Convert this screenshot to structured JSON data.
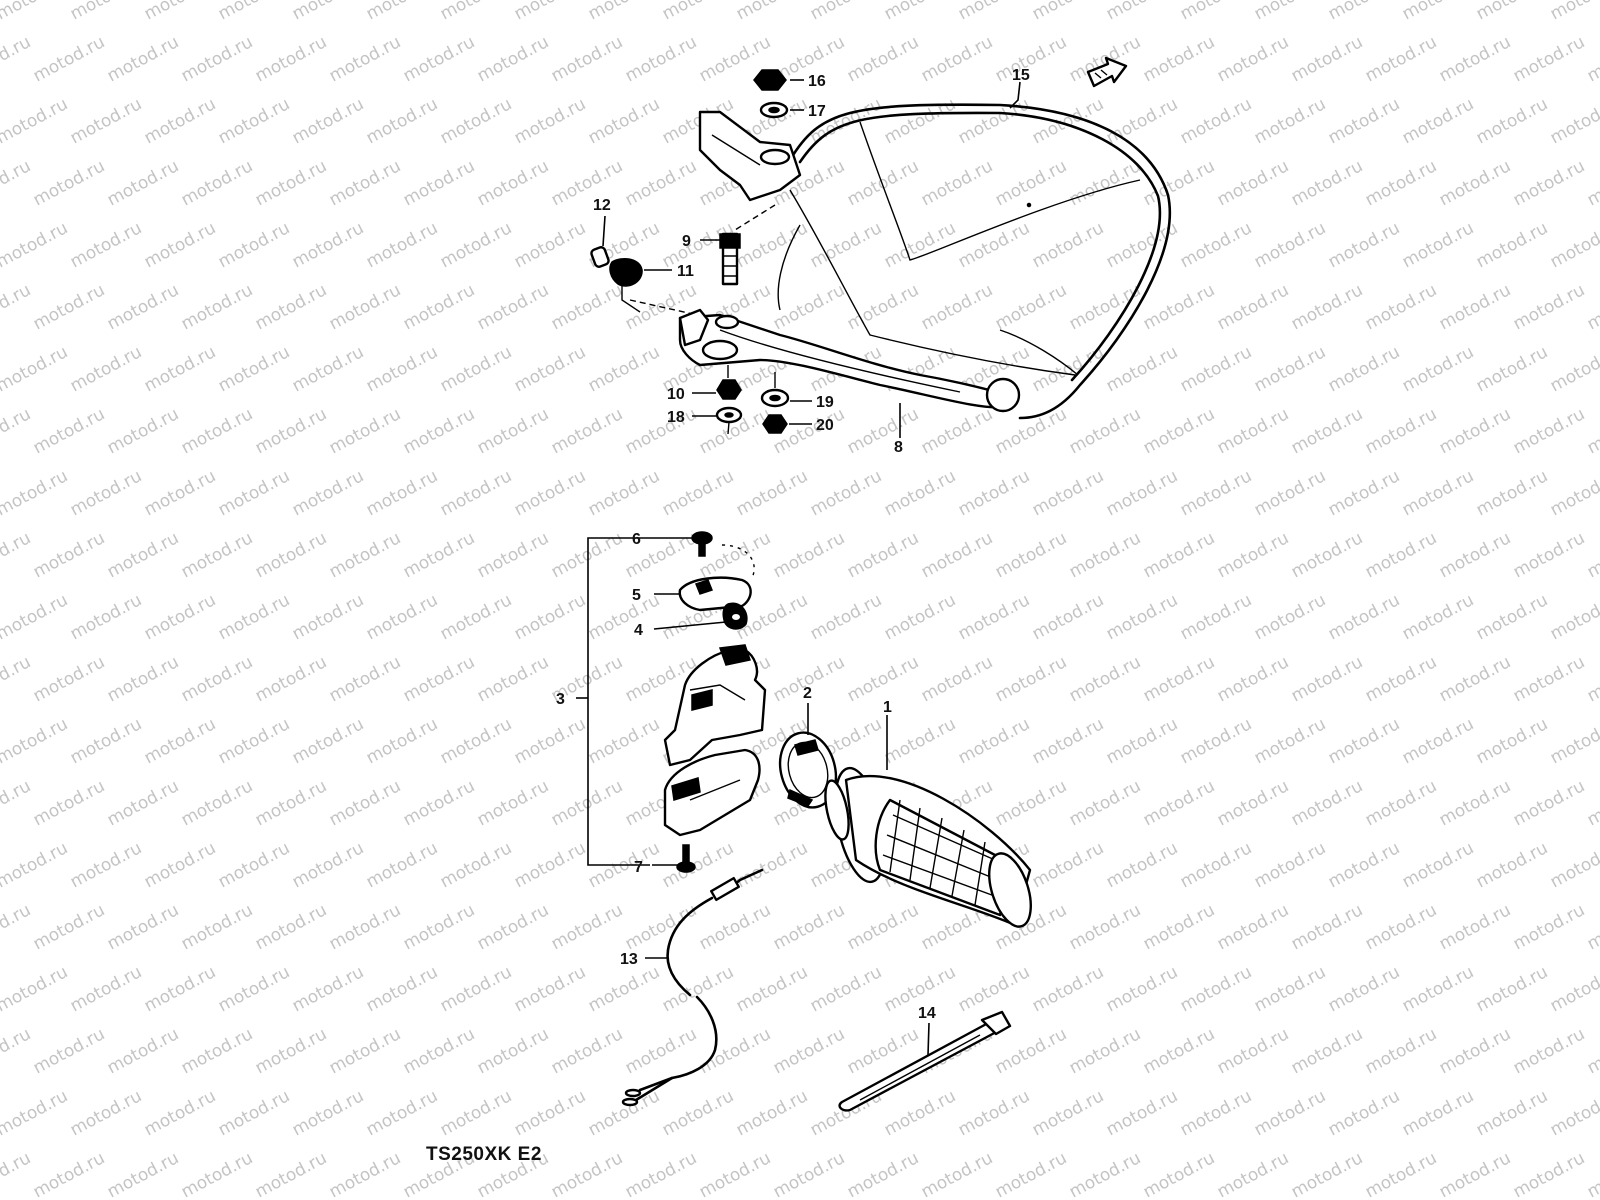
{
  "watermark": {
    "text": "motod.ru"
  },
  "model_code": "TS250XK E2",
  "callouts": {
    "c1": "1",
    "c2": "2",
    "c3": "3",
    "c4": "4",
    "c5": "5",
    "c6": "6",
    "c7": "7",
    "c8": "8",
    "c9": "9",
    "c10": "10",
    "c11": "11",
    "c12": "12",
    "c13": "13",
    "c14": "14",
    "c15": "15",
    "c16": "16",
    "c17": "17",
    "c18": "18",
    "c19": "19",
    "c20": "20"
  },
  "colors": {
    "ink": "#000000",
    "watermark": "#c4c4c4",
    "paper": "#ffffff"
  },
  "icons": {
    "direction": "front-arrow-icon"
  }
}
